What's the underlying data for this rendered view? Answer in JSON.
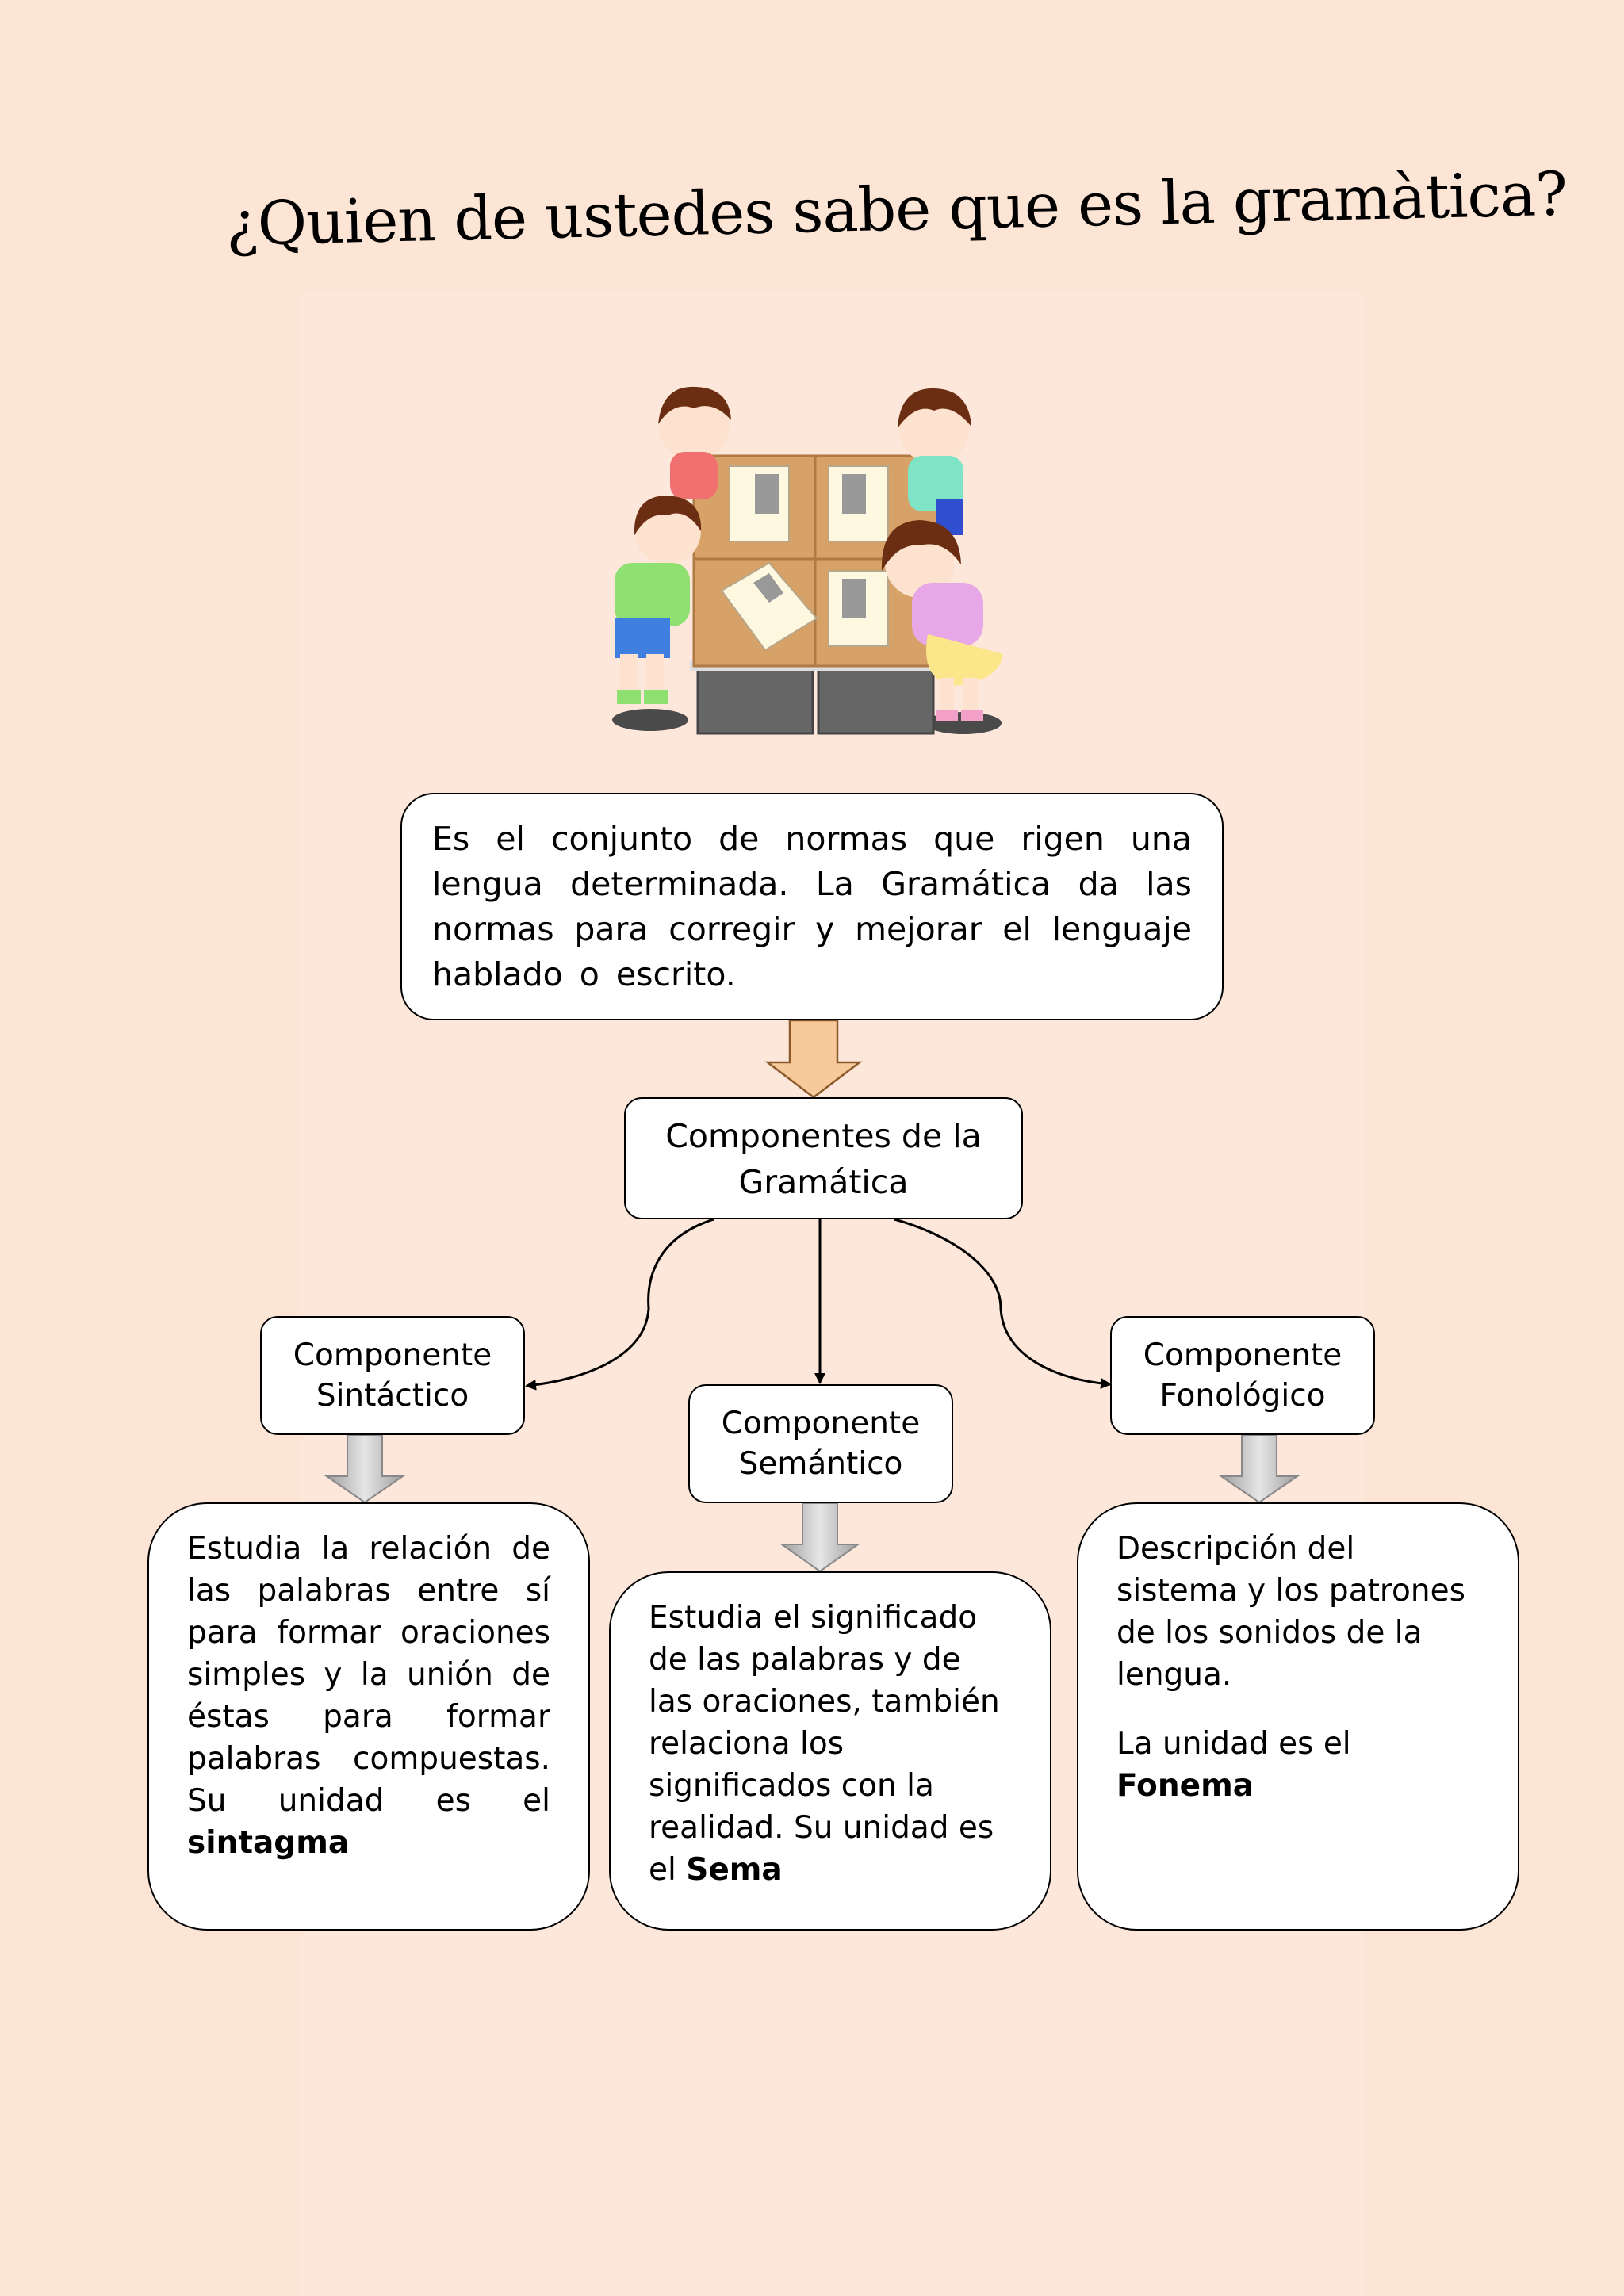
{
  "title": "¿Quien de ustedes sabe que es la gramàtica?",
  "definition": "Es el conjunto de normas que rigen una lengua determinada. La Gramática da las normas para corregir y mejorar el lenguaje hablado o escrito.",
  "components_box": "Componentes de la Gramática",
  "components": [
    {
      "label_line1": "Componente",
      "label_line2": "Sintáctico",
      "description": "Estudia la relación de las palabras entre sí para formar oraciones simples y la unión de éstas para formar palabras compuestas. Su unidad es el",
      "unit": "sintagma"
    },
    {
      "label_line1": "Componente",
      "label_line2": "Semántico",
      "description": "Estudia el significado de las palabras y de las oraciones, también relaciona los significados con la realidad.  Su unidad es el",
      "unit": "Sema"
    },
    {
      "label_line1": "Componente",
      "label_line2": "Fonológico",
      "description": "Descripción del sistema y los patrones  de los sonidos de la lengua.",
      "unit_intro": "La unidad es el",
      "unit": "Fonema"
    }
  ],
  "colors": {
    "background": "#fde5d6",
    "orange_arrow": "#f8c99a",
    "gray_arrow": "#bdbdbd"
  },
  "illustration": "children-studying-at-desks"
}
